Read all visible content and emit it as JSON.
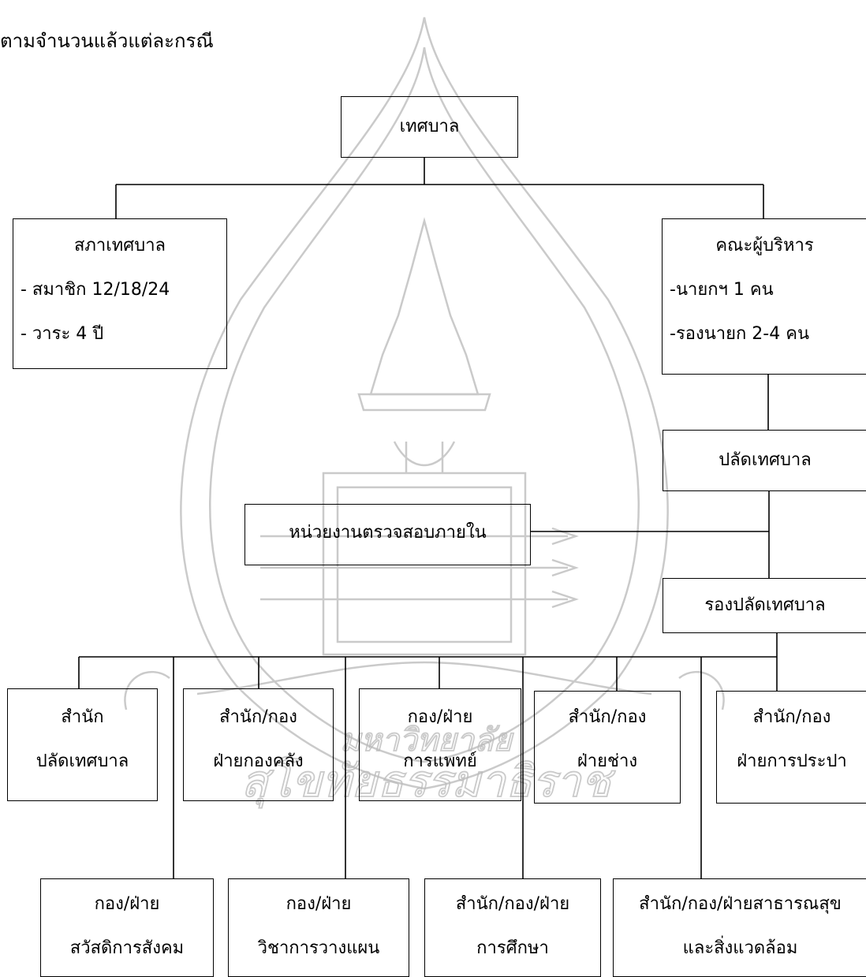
{
  "intro_text": "ตามจำนวนแล้วแต่ละกรณี",
  "watermark": {
    "text_line_1": "มหาวิทยาลัย",
    "text_line_2": "สุโขทัยธรรมาธิราช"
  },
  "org_chart": {
    "root": "เทศบาล",
    "council": {
      "title": "สภาเทศบาล",
      "details": [
        "- สมาชิก 12/18/24",
        "- วาระ 4 ปี"
      ]
    },
    "executive": {
      "title": "คณะผู้บริหาร",
      "details": [
        "-นายกฯ 1 คน",
        "-รองนายก 2-4 คน"
      ]
    },
    "clerk": "ปลัดเทศบาล",
    "internal_audit": "หน่วยงานตรวจสอบภายใน",
    "deputy_clerk": "รองปลัดเทศบาล",
    "departments_row1": [
      [
        "สำนัก",
        "ปลัดเทศบาล"
      ],
      [
        "สำนัก/กอง",
        "ฝ่ายกองคลัง"
      ],
      [
        "กอง/ฝ่าย",
        "การแพทย์"
      ],
      [
        "สำนัก/กอง",
        "ฝ่ายช่าง"
      ],
      [
        "สำนัก/กอง",
        "ฝ่ายการประปา"
      ]
    ],
    "departments_row2": [
      [
        "กอง/ฝ่าย",
        "สวัสดิการสังคม"
      ],
      [
        "กอง/ฝ่าย",
        "วิชาการวางแผน"
      ],
      [
        "สำนัก/กอง/ฝ่าย",
        "การศึกษา"
      ],
      [
        "สำนัก/กอง/ฝ่ายสาธารณสุข",
        "และสิ่งแวดล้อม"
      ]
    ]
  }
}
